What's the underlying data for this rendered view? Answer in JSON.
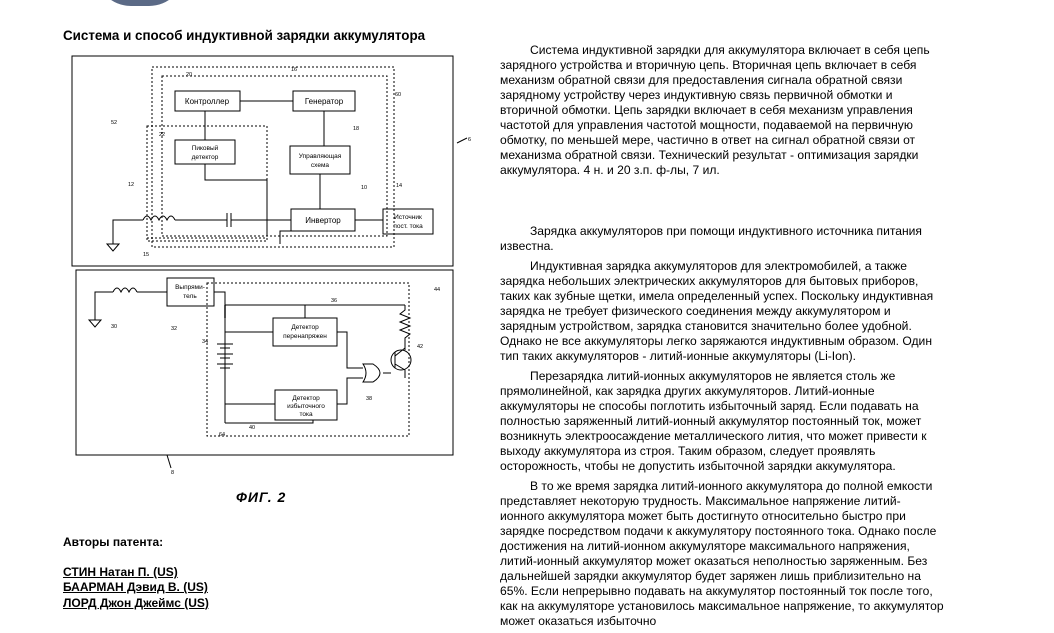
{
  "document": {
    "title": "Система и способ индуктивной зарядки аккумулятора",
    "figure_caption": "ФИГ. 2"
  },
  "diagram": {
    "labels": {
      "controller": "Контроллер",
      "generator": "Генератор",
      "peak_detector_1": "Пиковый",
      "peak_detector_2": "детектор",
      "control_circuit_1": "Управляющая",
      "control_circuit_2": "схема",
      "inverter": "Инвертор",
      "dc_source_1": "Источник",
      "dc_source_2": "пост. тока",
      "rectifier_1": "Выпрями-",
      "rectifier_2": "тель",
      "overvoltage_1": "Детектор",
      "overvoltage_2": "перенапряжен",
      "overcurrent_1": "Детектор",
      "overcurrent_2": "избыточного",
      "overcurrent_3": "тока"
    },
    "numbers": {
      "n20": "20",
      "n16": "16",
      "n60": "60",
      "n52": "52",
      "n22": "22",
      "n18": "18",
      "n12": "12",
      "n10": "10",
      "n14": "14",
      "n15": "15",
      "n6": "6",
      "n44": "44",
      "n36": "36",
      "n30": "30",
      "n32": "32",
      "n34": "34",
      "n42": "42",
      "n38": "38",
      "n40": "40",
      "n64": "64",
      "n8": "8"
    }
  },
  "authors": {
    "heading": "Авторы патента:",
    "list": [
      "СТИН Натан П. (US)",
      "БААРМАН Дэвид В. (US)",
      "ЛОРД Джон Джеймс (US)"
    ]
  },
  "body": {
    "abstract": "Система индуктивной зарядки для аккумулятора включает в себя цепь зарядного устройства и вторичную цепь. Вторичная цепь включает в себя механизм обратной связи для предоставления сигнала обратной связи зарядному устройству через индуктивную связь первичной обмотки и вторичной обмотки. Цепь зарядки включает в себя механизм управления частотой для управления частотой мощности, подаваемой на первичную обмотку, по меньшей мере, частично в ответ на сигнал обратной связи от механизма обратной связи. Технический результат - оптимизация зарядки аккумулятора. 4 н. и 20 з.п. ф-лы, 7 ил.",
    "paragraphs": [
      "Зарядка аккумуляторов при помощи индуктивного источника питания известна.",
      "Индуктивная зарядка аккумуляторов для электромобилей, а также зарядка небольших электрических аккумуляторов для бытовых приборов, таких как зубные щетки, имела определенный успех. Поскольку индуктивная зарядка не требует физического соединения между аккумулятором и зарядным устройством, зарядка становится значительно более удобной. Однако не все аккумуляторы легко заряжаются индуктивным образом. Один тип таких аккумуляторов - литий-ионные аккумуляторы (Li-Ion).",
      "Перезарядка литий-ионных аккумуляторов не является столь же прямолинейной, как зарядка других аккумуляторов. Литий-ионные аккумуляторы не способы поглотить избыточный заряд. Если подавать на полностью заряженный литий-ионный аккумулятор постоянный ток, может возникнуть электроосаждение металлического лития, что может привести к выходу аккумулятора из строя. Таким образом, следует проявлять осторожность, чтобы не допустить избыточной зарядки аккумулятора.",
      "В то же время зарядка литий-ионного аккумулятора до полной емкости представляет некоторую трудность. Максимальное напряжение литий-ионного аккумулятора может быть достигнуто относительно быстро при зарядке посредством подачи к аккумулятору постоянного тока. Однако после достижения на литий-ионном аккумуляторе максимального напряжения, литий-ионный аккумулятор может оказаться неполностью заряженным. Без дальнейшей зарядки аккумулятор будет заряжен лишь приблизительно на 65%. Если непрерывно подавать на аккумулятор постоянный ток после того, как на аккумуляторе установилось максимальное напряжение, то аккумулятор может оказаться избыточно"
    ]
  }
}
